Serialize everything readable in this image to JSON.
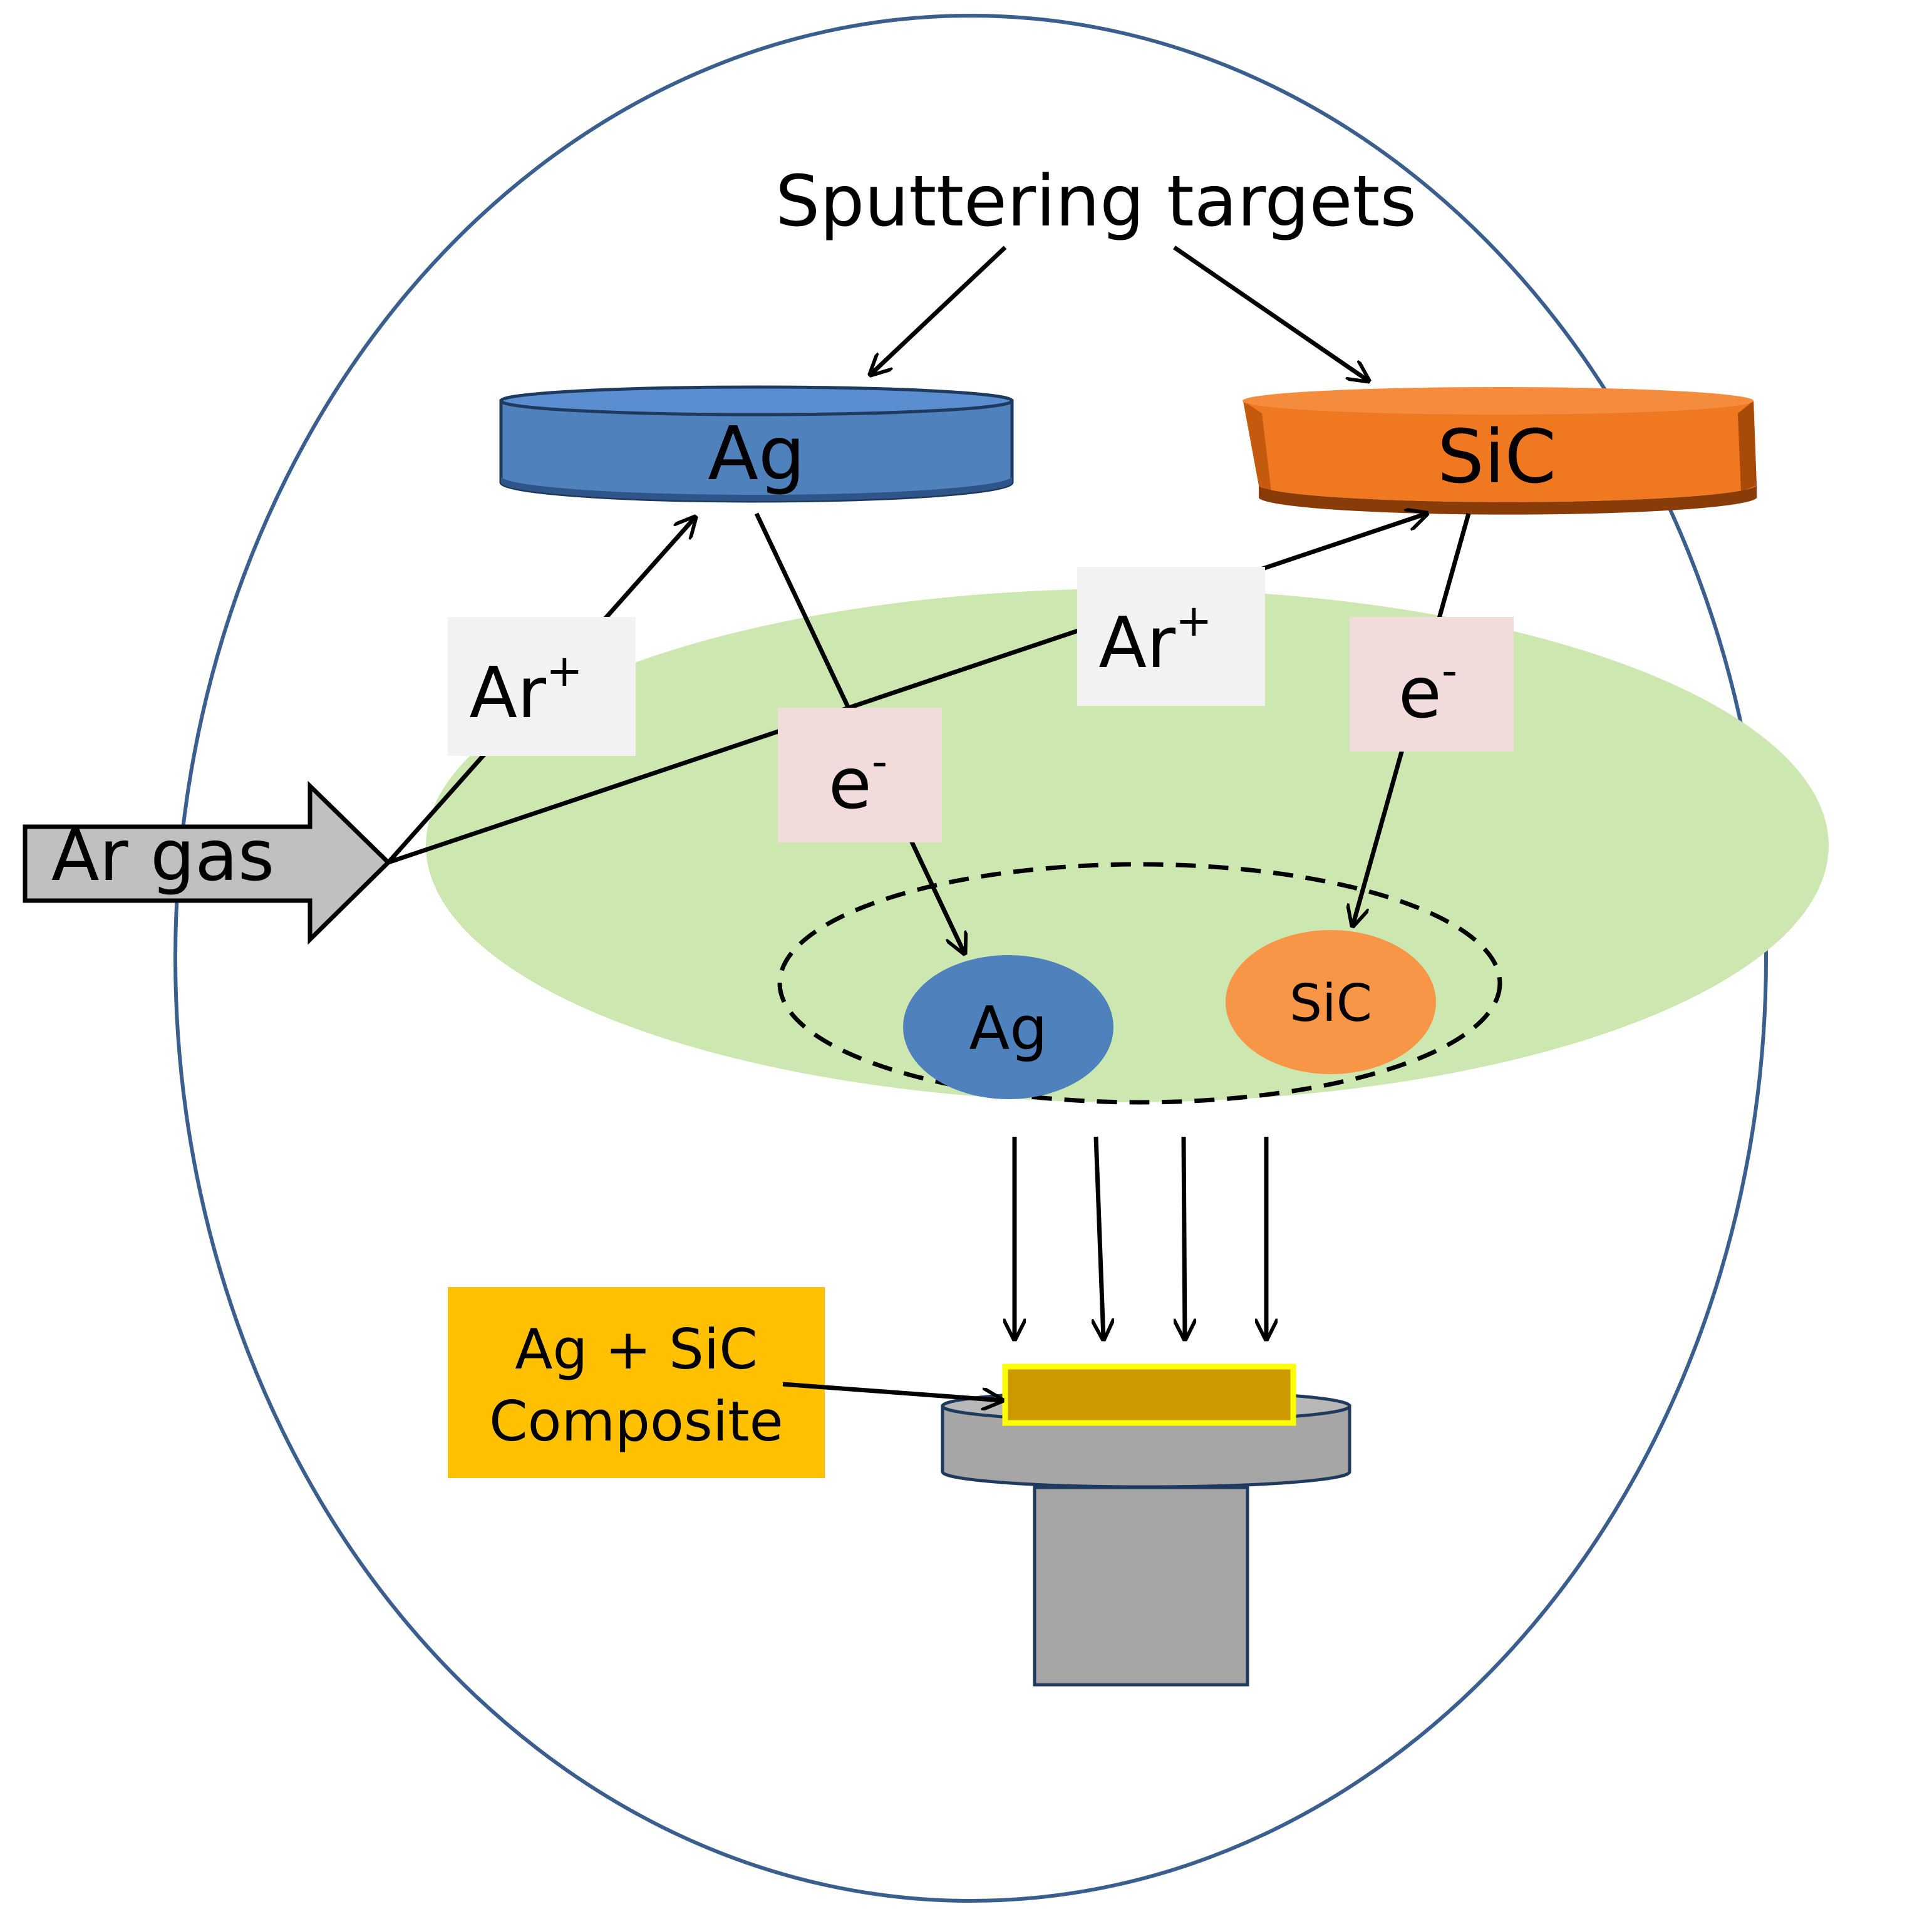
{
  "title": "Sputtering targets",
  "targets": {
    "ag": {
      "label": "Ag",
      "color": "#4f81bd"
    },
    "sic": {
      "label": "SiC",
      "color": "#f07820"
    }
  },
  "inlet": {
    "label": "Ar gas"
  },
  "ions": {
    "left": {
      "base": "Ar",
      "sup": "+"
    },
    "right": {
      "base": "Ar",
      "sup": "+"
    }
  },
  "electrons": {
    "left": {
      "base": "e",
      "sup": "-"
    },
    "right": {
      "base": "e",
      "sup": "-"
    }
  },
  "particles": {
    "ag": {
      "label": "Ag",
      "color": "#4f81bd"
    },
    "sic": {
      "label": "SiC",
      "color": "#f79646"
    }
  },
  "composite": {
    "line1": "Ag + SiC",
    "line2": "Composite",
    "color": "#ffc000"
  },
  "colors": {
    "chamber_outline": "#3a5f8f",
    "plasma": "#cde7b0",
    "substrate_holder": "#a6a6a6",
    "film": "#cc9900",
    "film_outline": "#ffff00",
    "label_box": "#f2f2f2",
    "electron_box": "#f2dcdb"
  }
}
